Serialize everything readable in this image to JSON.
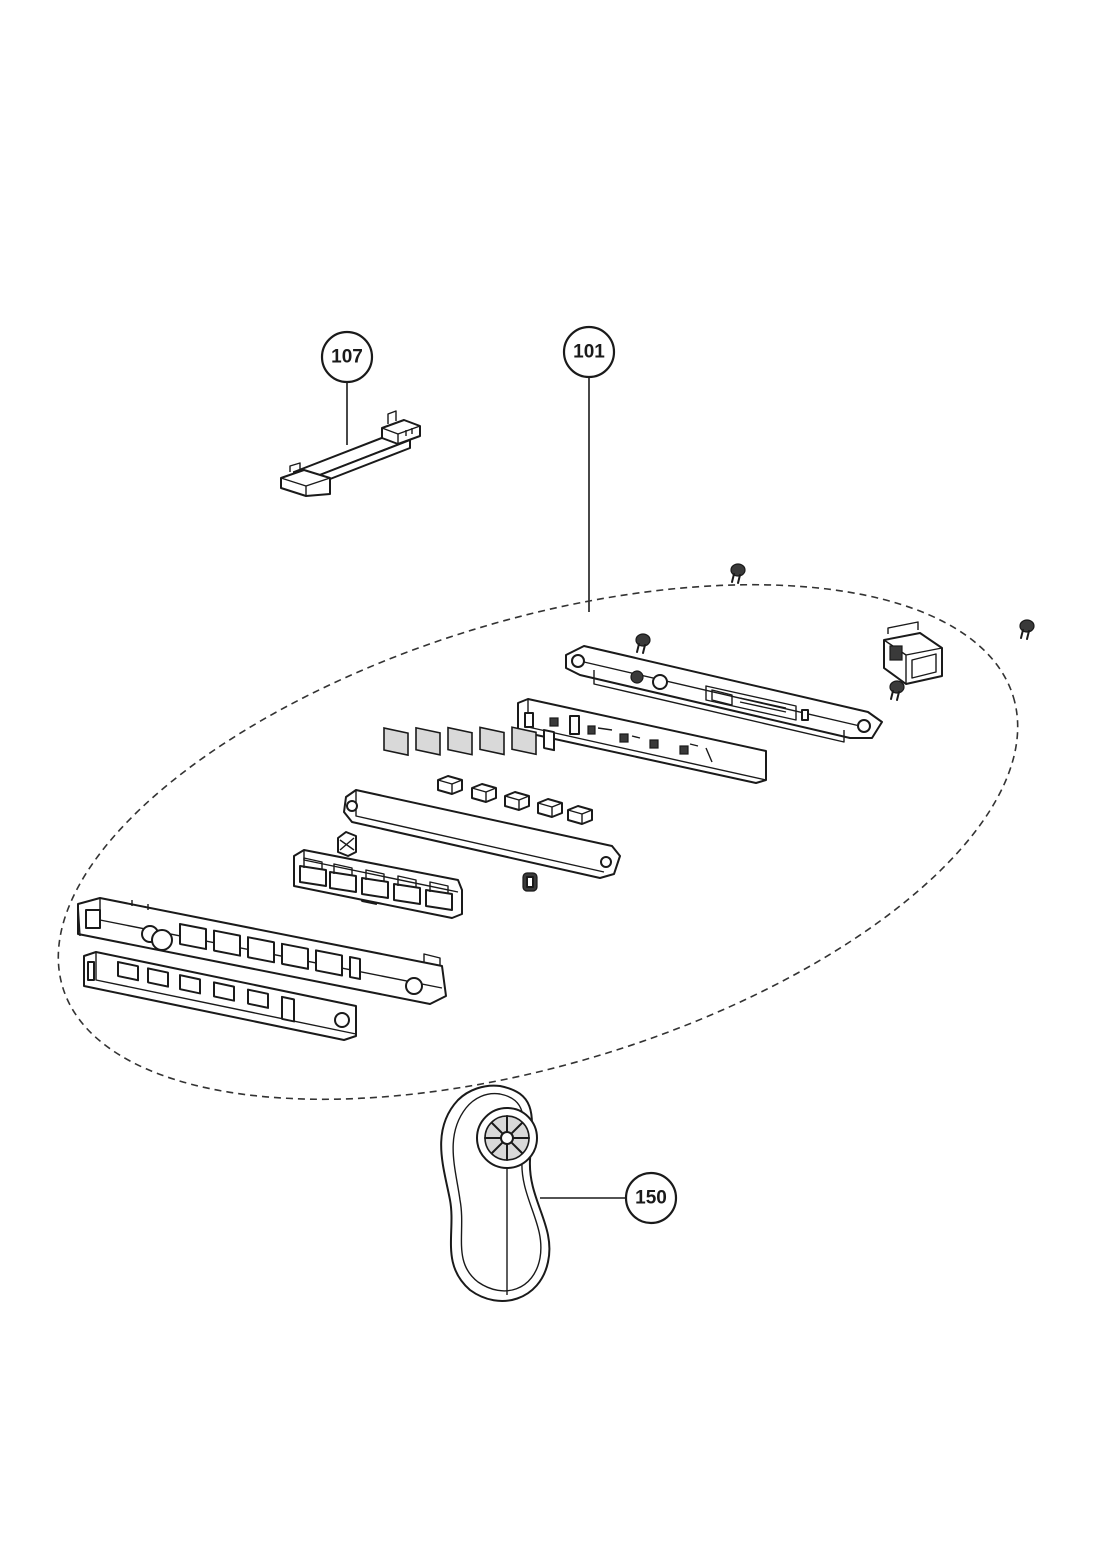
{
  "callouts": {
    "bracket": "107",
    "control_assembly": "101",
    "remote": "150"
  }
}
